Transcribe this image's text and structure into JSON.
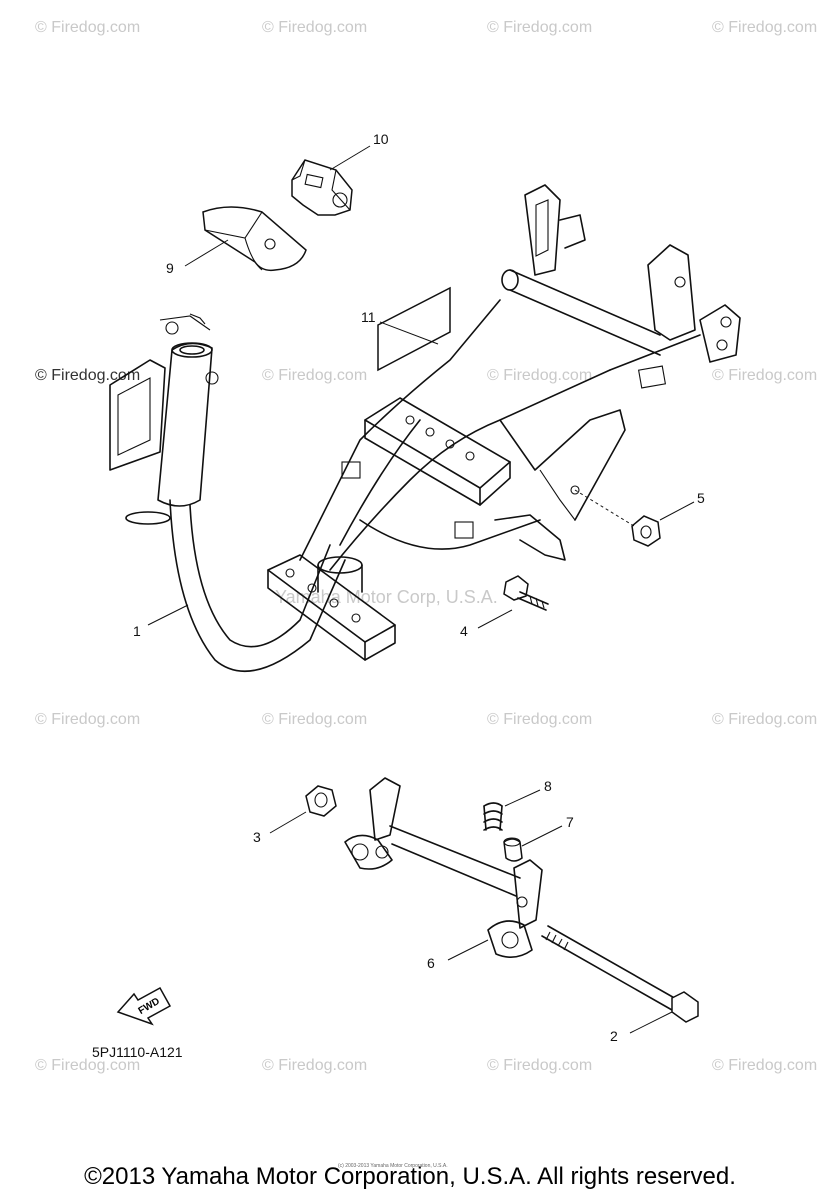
{
  "watermark_text": "© Firedog.com",
  "center_watermark": "Yamaha Motor Corp, U.S.A.",
  "callouts": {
    "p1": "1",
    "p2": "2",
    "p3": "3",
    "p4": "4",
    "p5": "5",
    "p6": "6",
    "p7": "7",
    "p8": "8",
    "p9": "9",
    "p10": "10",
    "p11": "11"
  },
  "fwd_label": "FWD",
  "diagram_code": "5PJ1110-A121",
  "copyright": "©2013 Yamaha Motor Corporation, U.S.A. All rights reserved.",
  "small_copyright": "(c) 2003-2013 Yamaha Motor Corporation, U.S.A."
}
